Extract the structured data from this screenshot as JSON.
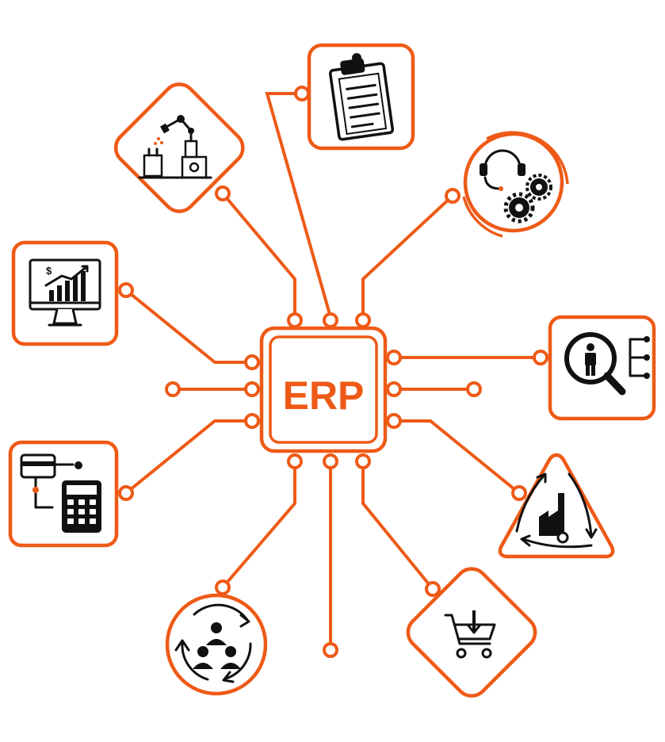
{
  "hub": {
    "label": "ERP"
  },
  "colors": {
    "accent": "#EE5A16",
    "ink": "#111111",
    "background": "#FFFFFF"
  },
  "modules": [
    {
      "id": "manufacturing",
      "icon": "robot-arm-icon"
    },
    {
      "id": "document-management",
      "icon": "clipboard-icon"
    },
    {
      "id": "customer-service",
      "icon": "headset-gears-icon"
    },
    {
      "id": "financial-analytics",
      "icon": "monitor-chart-icon"
    },
    {
      "id": "human-resources",
      "icon": "magnify-person-icon"
    },
    {
      "id": "accounting",
      "icon": "card-calculator-icon"
    },
    {
      "id": "production-cycle",
      "icon": "factory-cycle-icon"
    },
    {
      "id": "team-collaboration",
      "icon": "people-cycle-icon"
    },
    {
      "id": "purchasing",
      "icon": "shopping-cart-icon"
    }
  ]
}
